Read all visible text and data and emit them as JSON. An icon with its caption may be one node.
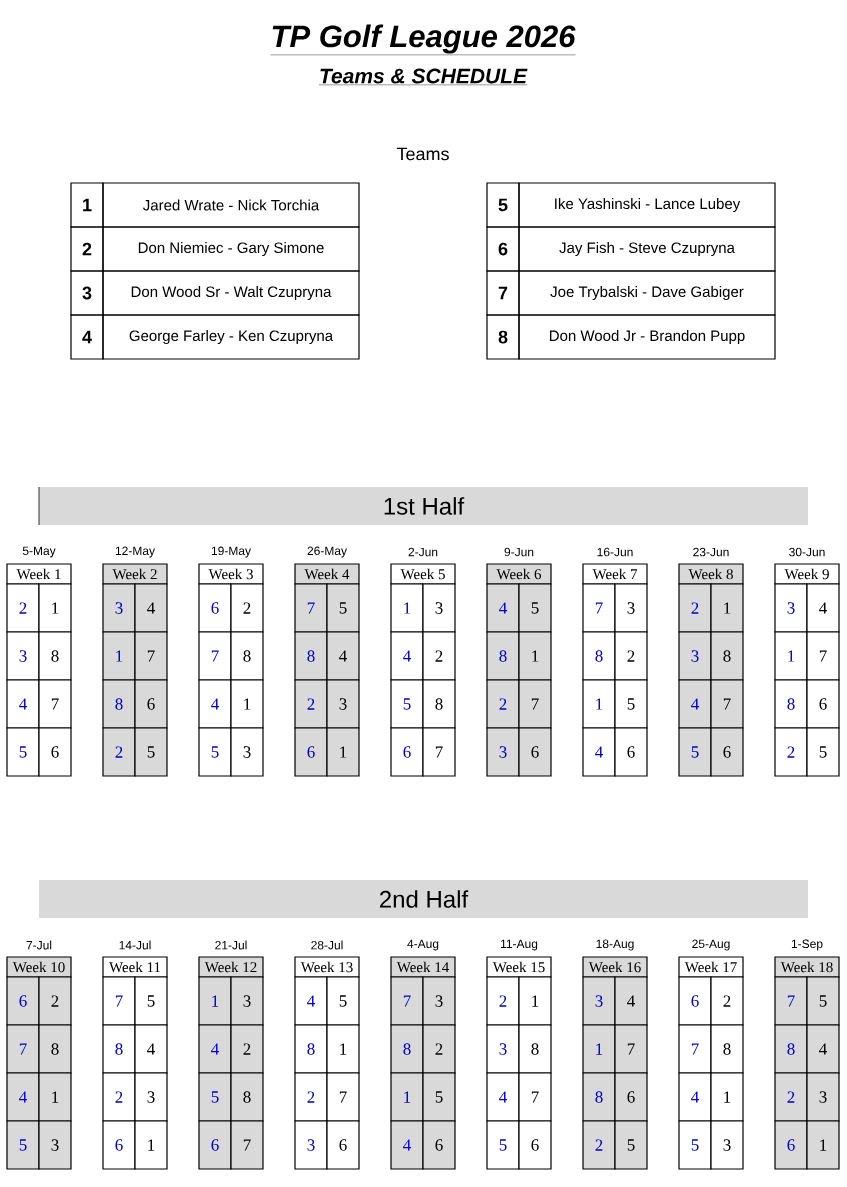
{
  "diagram": {
    "title": "TP Golf League 2026",
    "labels": [
      "Teams & SCHEDULE",
      "Teams",
      "1",
      "Jared Wrate - Nick Torchia",
      "2",
      "Don Niemiec - Gary Simone",
      "3",
      "Don Wood Sr - Walt Czupryna",
      "4",
      "George Farley - Ken Czupryna",
      "5",
      "Ike Yashinski - Lance Lubey",
      "6",
      "Jay Fish - Steve Czupryna",
      "7",
      "Joe Trybalski - Dave Gabiger",
      "8",
      "Don Wood Jr - Brandon Pupp",
      "1st Half",
      "5-May",
      "Week 1",
      "2",
      "1",
      "3",
      "8",
      "4",
      "7",
      "5",
      "6",
      "12-May",
      "Week 2",
      "3",
      "4",
      "1",
      "7",
      "8",
      "6",
      "2",
      "5",
      "19-May",
      "Week 3",
      "6",
      "2",
      "7",
      "8",
      "4",
      "1",
      "5",
      "3",
      "26-May",
      "Week 4",
      "7",
      "5",
      "8",
      "4",
      "2",
      "3",
      "6",
      "1",
      "2-Jun",
      "Week 5",
      "1",
      "3",
      "4",
      "2",
      "5",
      "8",
      "6",
      "7",
      "9-Jun",
      "Week 6",
      "4",
      "5",
      "8",
      "1",
      "2",
      "7",
      "3",
      "6",
      "16-Jun",
      "Week 7",
      "7",
      "3",
      "8",
      "2",
      "1",
      "5",
      "4",
      "6",
      "23-Jun",
      "Week 8",
      "2",
      "1",
      "3",
      "8",
      "4",
      "7",
      "5",
      "6",
      "30-Jun",
      "Week 9",
      "3",
      "4",
      "1",
      "7",
      "8",
      "6",
      "2",
      "5",
      "2nd Half",
      "7-Jul",
      "Week 10",
      "6",
      "2",
      "7",
      "8",
      "4",
      "1",
      "5",
      "3",
      "14-Jul",
      "Week 11",
      "7",
      "5",
      "8",
      "4",
      "2",
      "3",
      "6",
      "1",
      "21-Jul",
      "Week 12",
      "1",
      "3",
      "4",
      "2",
      "5",
      "8",
      "6",
      "7",
      "28-Jul",
      "Week 13",
      "4",
      "5",
      "8",
      "1",
      "2",
      "7",
      "3",
      "6",
      "4-Aug",
      "Week 14",
      "7",
      "3",
      "8",
      "2",
      "1",
      "5",
      "4",
      "6",
      "11-Aug",
      "Week 15",
      "2",
      "1",
      "3",
      "8",
      "4",
      "7",
      "5",
      "6",
      "18-Aug",
      "Week 16",
      "3",
      "4",
      "1",
      "7",
      "8",
      "6",
      "2",
      "5",
      "25-Aug",
      "Week 17",
      "6",
      "2",
      "7",
      "8",
      "4",
      "1",
      "5",
      "3",
      "1-Sep",
      "Week 18",
      "7",
      "5",
      "8",
      "4",
      "2",
      "3",
      "6",
      "1"
    ]
  }
}
